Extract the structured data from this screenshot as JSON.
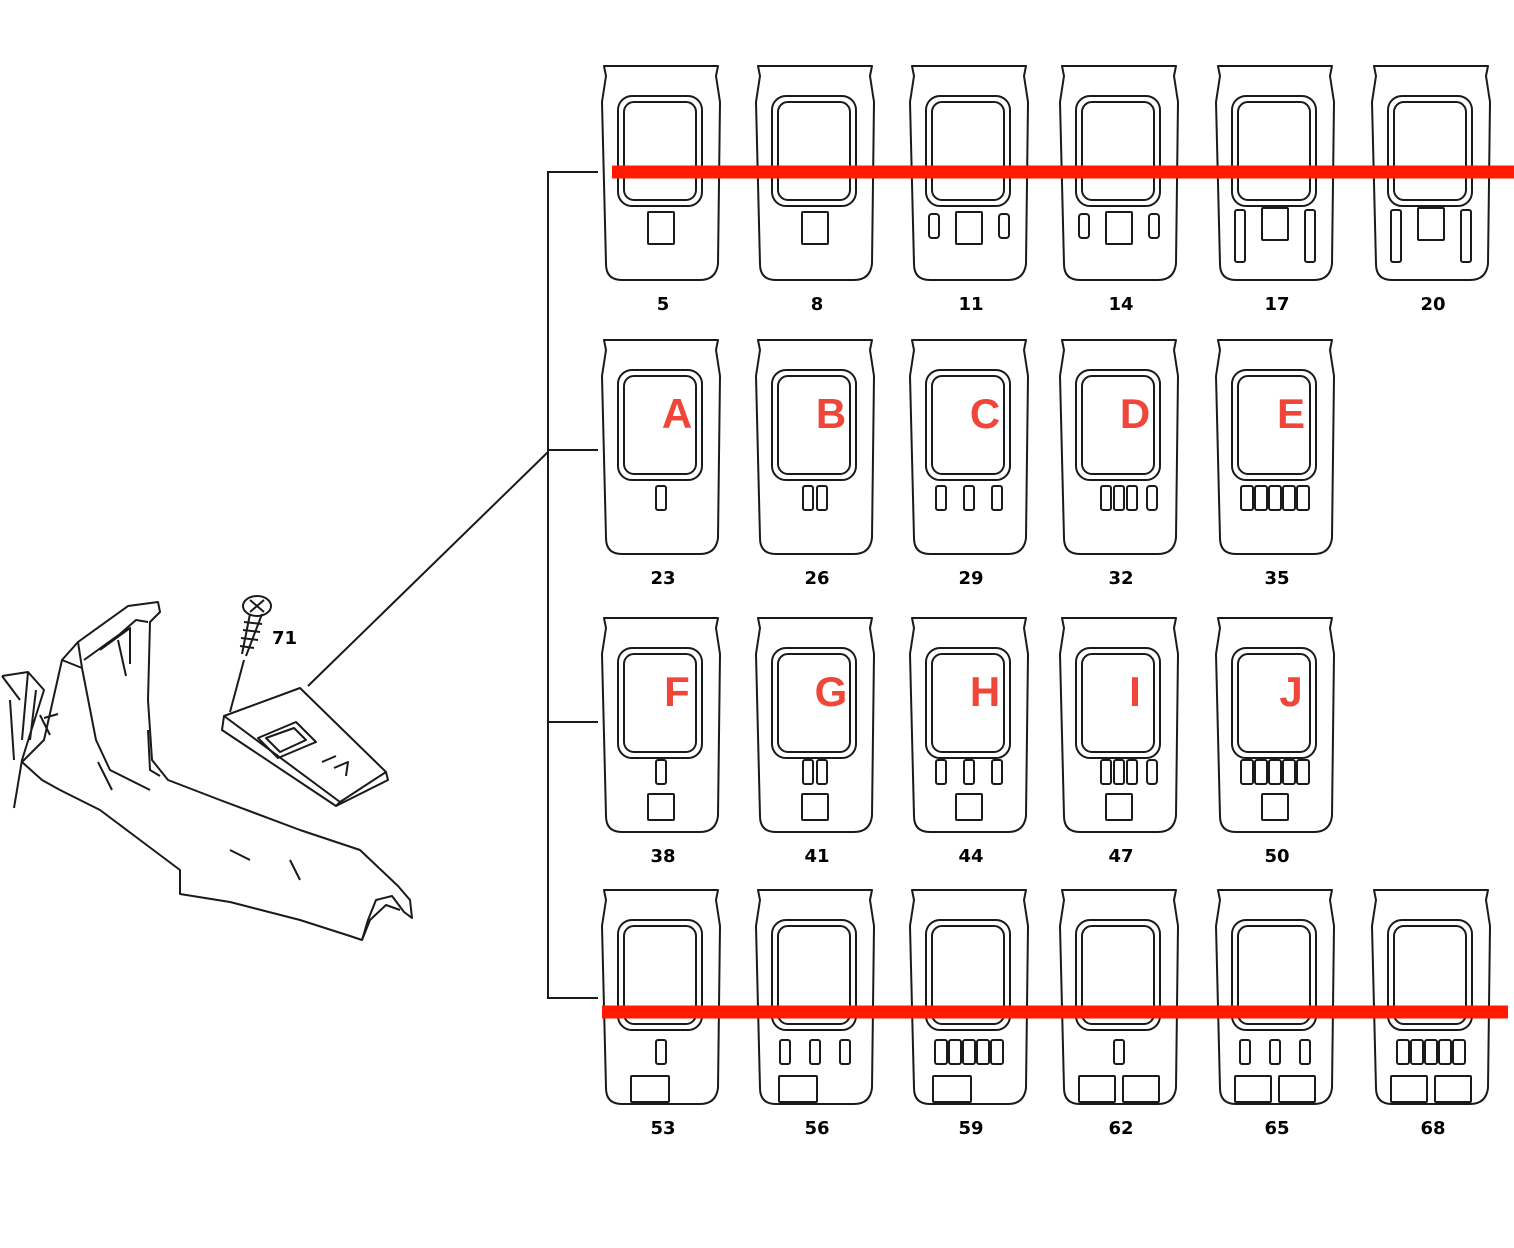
{
  "colors": {
    "ink": "#1a1a1a",
    "strike": "#ff1a00",
    "letter": "#f0463a"
  },
  "callout": {
    "screw_number": "71"
  },
  "rows": [
    {
      "struck": true,
      "panels": [
        {
          "number": "5",
          "letter": "",
          "layout": "sq1"
        },
        {
          "number": "8",
          "letter": "",
          "layout": "sq1"
        },
        {
          "number": "11",
          "letter": "",
          "layout": "sq3"
        },
        {
          "number": "14",
          "letter": "",
          "layout": "sq3"
        },
        {
          "number": "17",
          "letter": "",
          "layout": "tall3"
        },
        {
          "number": "20",
          "letter": "",
          "layout": "tall3"
        }
      ]
    },
    {
      "struck": false,
      "panels": [
        {
          "number": "23",
          "letter": "A",
          "layout": "b1"
        },
        {
          "number": "26",
          "letter": "B",
          "layout": "b2"
        },
        {
          "number": "29",
          "letter": "C",
          "layout": "b3"
        },
        {
          "number": "32",
          "letter": "D",
          "layout": "b3b"
        },
        {
          "number": "35",
          "letter": "E",
          "layout": "b5"
        }
      ]
    },
    {
      "struck": false,
      "panels": [
        {
          "number": "38",
          "letter": "F",
          "layout": "b1s"
        },
        {
          "number": "41",
          "letter": "G",
          "layout": "b2s"
        },
        {
          "number": "44",
          "letter": "H",
          "layout": "b3s"
        },
        {
          "number": "47",
          "letter": "I",
          "layout": "b3bs"
        },
        {
          "number": "50",
          "letter": "J",
          "layout": "b5s"
        }
      ]
    },
    {
      "struck": true,
      "panels": [
        {
          "number": "53",
          "letter": "",
          "layout": "b1w"
        },
        {
          "number": "56",
          "letter": "",
          "layout": "b3w"
        },
        {
          "number": "59",
          "letter": "",
          "layout": "b5w"
        },
        {
          "number": "62",
          "letter": "",
          "layout": "b1ww"
        },
        {
          "number": "65",
          "letter": "",
          "layout": "b3ww"
        },
        {
          "number": "68",
          "letter": "",
          "layout": "b5ww"
        }
      ]
    }
  ]
}
